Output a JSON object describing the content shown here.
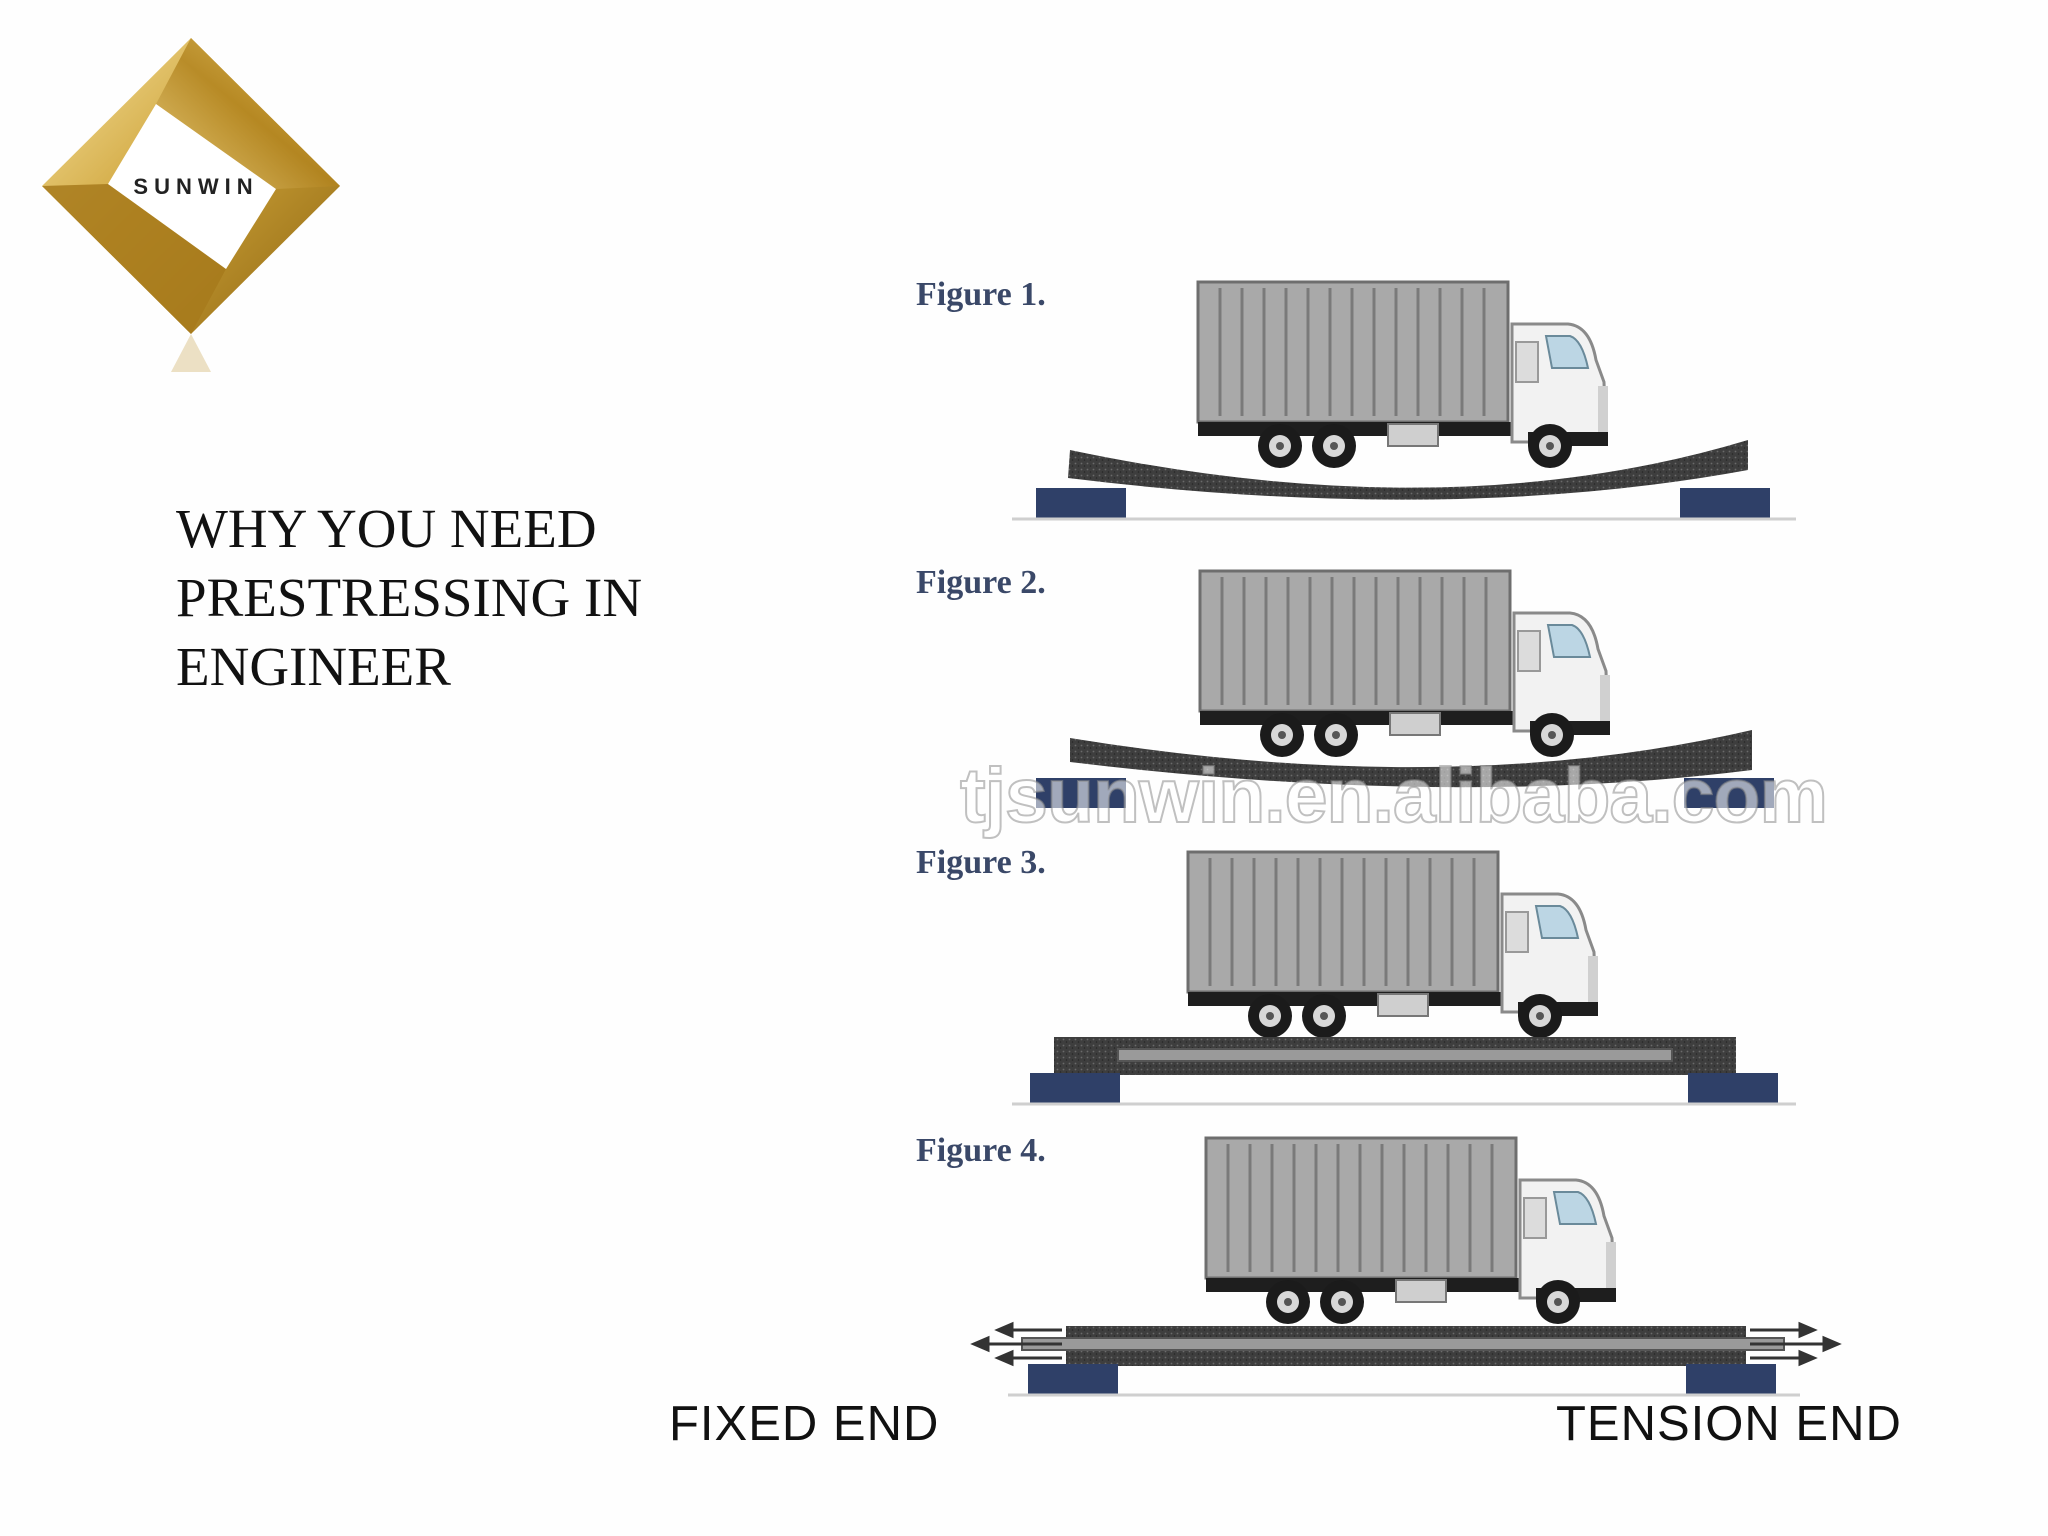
{
  "logo": {
    "text": "SUNWIN",
    "colors": {
      "gold_light": "#f3dc8f",
      "gold_mid": "#c99b2d",
      "gold_dark": "#8d6510"
    }
  },
  "heading": {
    "lines": [
      "WHY YOU NEED",
      "PRESTRESSING IN",
      "ENGINEER"
    ]
  },
  "figures": [
    {
      "label": "Figure 1."
    },
    {
      "label": "Figure 2."
    },
    {
      "label": "Figure 3."
    },
    {
      "label": "Figure 4."
    }
  ],
  "labels": {
    "fixed_end": "FIXED END",
    "tension_end": "TENSION END"
  },
  "watermark": "tjsunwin.en.alibaba.com",
  "colors": {
    "support": "#2f4068",
    "beam": "#3d3d3d",
    "truck_box": "#a9a9a9",
    "cab": "#f2f2f2"
  }
}
